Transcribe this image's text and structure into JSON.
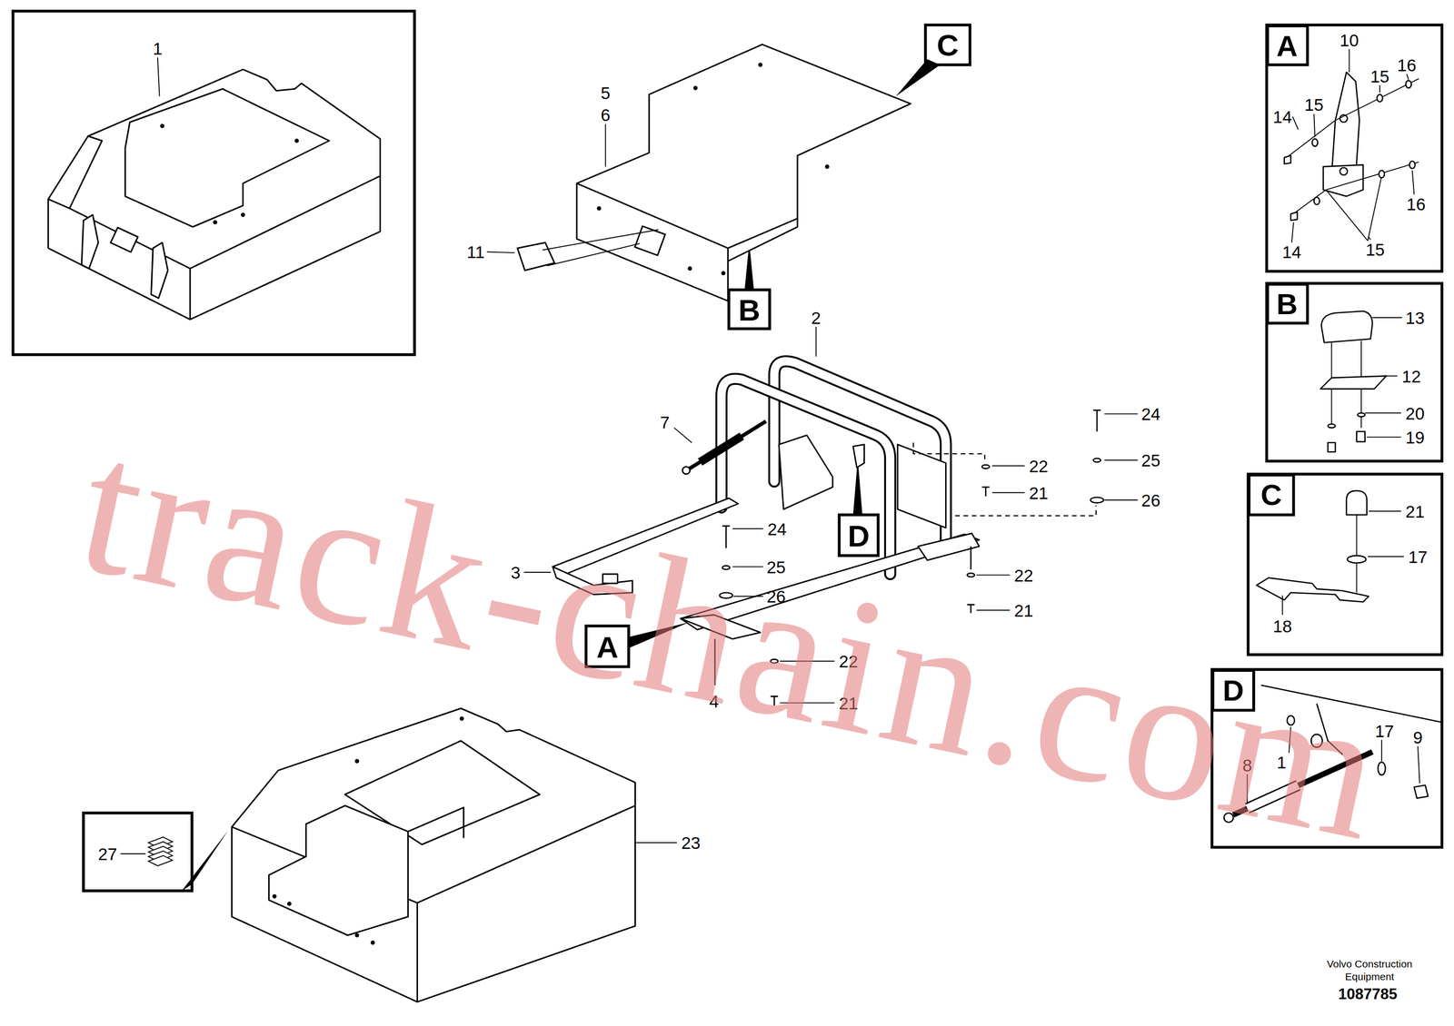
{
  "diagram": {
    "labels": [
      "1",
      "5",
      "6",
      "C",
      "11",
      "B",
      "2",
      "7",
      "24",
      "22",
      "25",
      "21",
      "26",
      "D",
      "24",
      "3",
      "25",
      "22",
      "26",
      "21",
      "A",
      "22",
      "4",
      "21",
      "23",
      "27",
      "A",
      "10",
      "15",
      "16",
      "14",
      "15",
      "16",
      "14",
      "15",
      "B",
      "13",
      "12",
      "20",
      "19",
      "C",
      "21",
      "17",
      "18",
      "D",
      "17",
      "9",
      "8",
      "1",
      "Volvo Construction Equipment",
      "1087785",
      "track-chain.com"
    ]
  }
}
